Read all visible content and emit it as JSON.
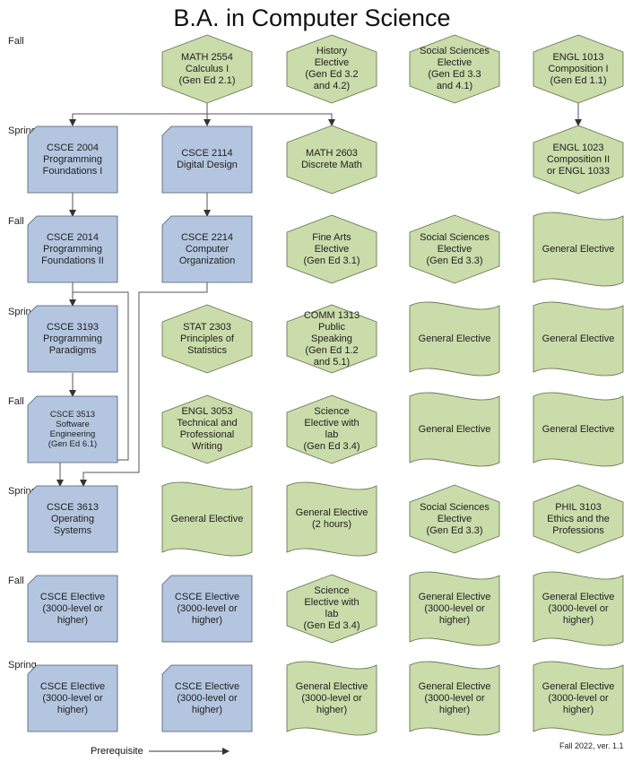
{
  "title": "B.A. in Computer Science",
  "colors": {
    "course": "#b4c6df",
    "course_stroke": "#4a5a72",
    "gened": "#c9dcaa",
    "gened_stroke": "#5e6e47",
    "arrow": "#555555"
  },
  "terms": [
    "Fall",
    "Spring",
    "Fall",
    "Spring",
    "Fall",
    "Spring",
    "Fall",
    "Spring"
  ],
  "nodes": [
    {
      "id": "math2554",
      "shape": "hexagon",
      "text": "MATH 2554\nCalculus I\n(Gen Ed 2.1)"
    },
    {
      "id": "history",
      "shape": "hexagon",
      "text": "History\nElective\n(Gen Ed 3.2\nand 4.2)"
    },
    {
      "id": "socsci1",
      "shape": "hexagon",
      "text": "Social Sciences\nElective\n(Gen Ed 3.3\nand 4.1)"
    },
    {
      "id": "engl1013",
      "shape": "hexagon",
      "text": "ENGL 1013\nComposition I\n(Gen Ed 1.1)"
    },
    {
      "id": "csce2004",
      "shape": "card",
      "text": "CSCE 2004\nProgramming\nFoundations I"
    },
    {
      "id": "csce2114",
      "shape": "card",
      "text": "CSCE 2114\nDigital Design"
    },
    {
      "id": "math2603",
      "shape": "hexagon",
      "text": "MATH 2603\nDiscrete Math"
    },
    {
      "id": "engl1023",
      "shape": "hexagon",
      "text": "ENGL 1023\nComposition II\nor ENGL 1033"
    },
    {
      "id": "csce2014",
      "shape": "card",
      "text": "CSCE 2014\nProgramming\nFoundations II"
    },
    {
      "id": "csce2214",
      "shape": "card",
      "text": "CSCE 2214\nComputer\nOrganization"
    },
    {
      "id": "finearts",
      "shape": "hexagon",
      "text": "Fine Arts\nElective\n(Gen Ed 3.1)"
    },
    {
      "id": "socsci2",
      "shape": "hexagon",
      "text": "Social Sciences\nElective\n(Gen Ed 3.3)"
    },
    {
      "id": "genel1",
      "shape": "wave",
      "text": "General Elective"
    },
    {
      "id": "csce3193",
      "shape": "card",
      "text": "CSCE 3193\nProgramming\nParadigms"
    },
    {
      "id": "stat2303",
      "shape": "hexagon",
      "text": "STAT 2303\nPrinciples of\nStatistics"
    },
    {
      "id": "comm1313",
      "shape": "hexagon",
      "text": "COMM 1313\nPublic\nSpeaking\n(Gen Ed 1.2\nand 5.1)"
    },
    {
      "id": "genel2",
      "shape": "wave",
      "text": "General Elective"
    },
    {
      "id": "genel3",
      "shape": "wave",
      "text": "General Elective"
    },
    {
      "id": "csce3513",
      "shape": "card",
      "text": "CSCE 3513\nSoftware\nEngineering\n(Gen Ed 6.1)"
    },
    {
      "id": "engl3053",
      "shape": "hexagon",
      "text": "ENGL 3053\nTechnical and\nProfessional\nWriting"
    },
    {
      "id": "science1",
      "shape": "hexagon",
      "text": "Science\nElective with\nlab\n(Gen Ed 3.4)"
    },
    {
      "id": "genel4",
      "shape": "wave",
      "text": "General Elective"
    },
    {
      "id": "genel5",
      "shape": "wave",
      "text": "General Elective"
    },
    {
      "id": "csce3613",
      "shape": "card",
      "text": "CSCE 3613\nOperating\nSystems"
    },
    {
      "id": "genel6",
      "shape": "wave",
      "text": "General Elective"
    },
    {
      "id": "genel7",
      "shape": "wave",
      "text": "General Elective\n(2 hours)"
    },
    {
      "id": "socsci3",
      "shape": "hexagon",
      "text": "Social Sciences\nElective\n(Gen Ed 3.3)"
    },
    {
      "id": "phil3103",
      "shape": "hexagon",
      "text": "PHIL 3103\nEthics and the\nProfessions"
    },
    {
      "id": "csceel1",
      "shape": "card",
      "text": "CSCE Elective\n(3000-level or\nhigher)"
    },
    {
      "id": "csceel2",
      "shape": "card",
      "text": "CSCE Elective\n(3000-level or\nhigher)"
    },
    {
      "id": "science2",
      "shape": "hexagon",
      "text": "Science\nElective with\nlab\n(Gen Ed 3.4)"
    },
    {
      "id": "genel8",
      "shape": "wave",
      "text": "General Elective\n(3000-level or\nhigher)"
    },
    {
      "id": "genel9",
      "shape": "wave",
      "text": "General Elective\n(3000-level or\nhigher)"
    },
    {
      "id": "csceel3",
      "shape": "card",
      "text": "CSCE Elective\n(3000-level or\nhigher)"
    },
    {
      "id": "csceel4",
      "shape": "card",
      "text": "CSCE Elective\n(3000-level or\nhigher)"
    },
    {
      "id": "genel10",
      "shape": "wave",
      "text": "General Elective\n(3000-level or\nhigher)"
    },
    {
      "id": "genel11",
      "shape": "wave",
      "text": "General Elective\n(3000-level or\nhigher)"
    },
    {
      "id": "genel12",
      "shape": "wave",
      "text": "General Elective\n(3000-level or\nhigher)"
    }
  ],
  "edges": [
    {
      "from": "math2554",
      "to": "csce2004"
    },
    {
      "from": "math2554",
      "to": "csce2114"
    },
    {
      "from": "math2554",
      "to": "math2603"
    },
    {
      "from": "engl1013",
      "to": "engl1023"
    },
    {
      "from": "csce2004",
      "to": "csce2014"
    },
    {
      "from": "csce2114",
      "to": "csce2214"
    },
    {
      "from": "csce2014",
      "to": "csce3193"
    },
    {
      "from": "csce3193",
      "to": "csce3513"
    },
    {
      "from": "csce2014",
      "to": "csce3613"
    },
    {
      "from": "csce2214",
      "to": "csce3613"
    }
  ],
  "legend": {
    "label": "Prerequisite"
  },
  "footer": {
    "note": "Fall 2022, ver. 1.1"
  }
}
